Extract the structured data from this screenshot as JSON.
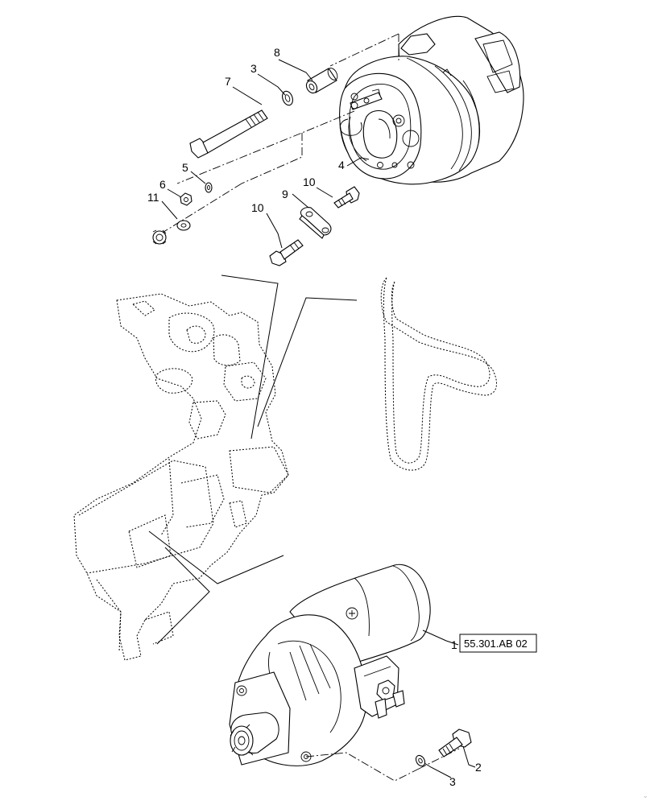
{
  "diagram": {
    "callouts": {
      "c1": "1",
      "c2": "2",
      "c3_top": "3",
      "c3_bottom": "3",
      "c4": "4",
      "c5": "5",
      "c6": "6",
      "c7": "7",
      "c8": "8",
      "c9": "9",
      "c10_upper": "10",
      "c10_lower": "10",
      "c11": "11"
    },
    "reference_box": "55.301.AB 02"
  }
}
